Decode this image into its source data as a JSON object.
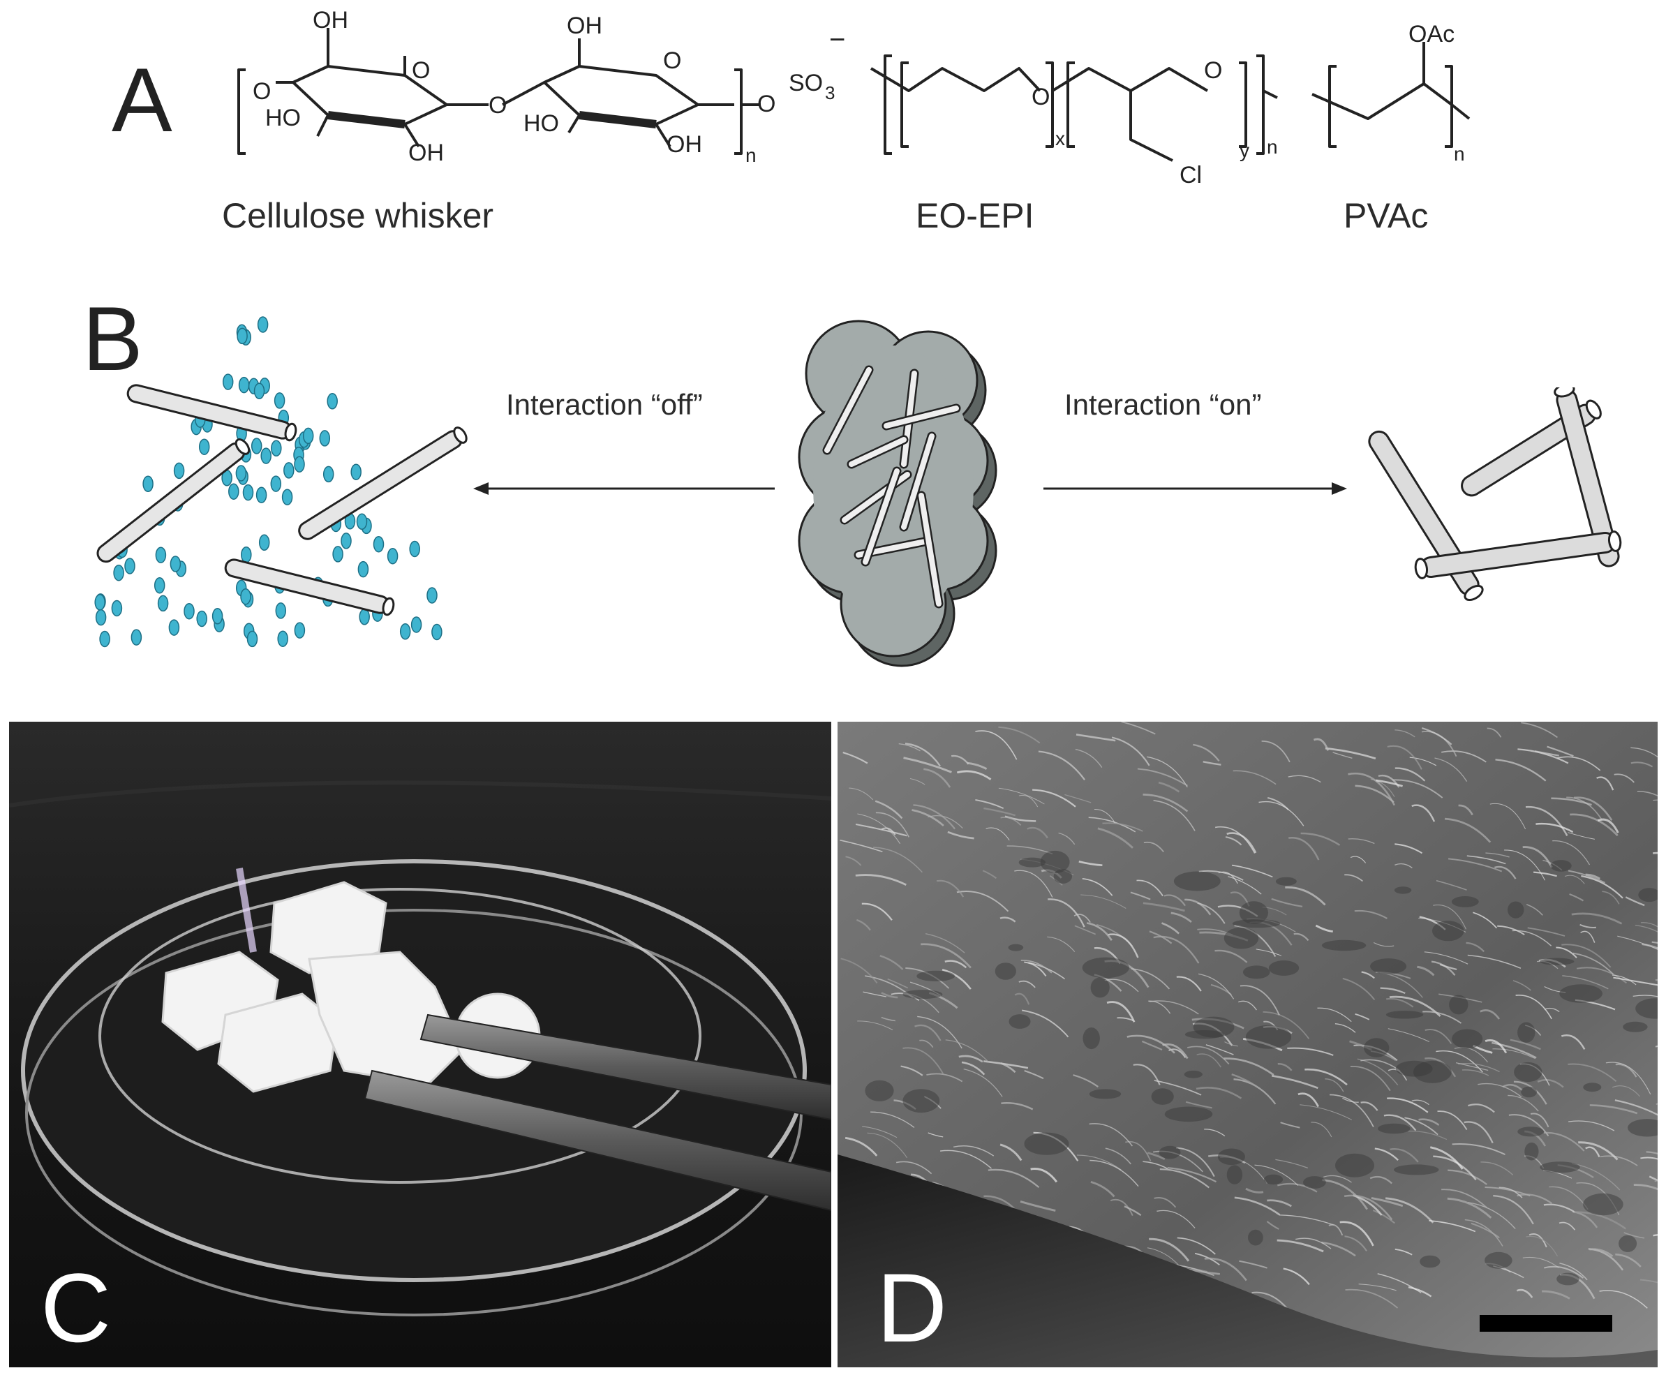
{
  "panels": {
    "a": {
      "letter": "A",
      "captions": {
        "cellulose": "Cellulose whisker",
        "eoepi": "EO-EPI",
        "pvac": "PVAc"
      },
      "atoms": {
        "oh": "OH",
        "ho": "HO",
        "o": "O",
        "so3": "SO",
        "so3_sub": "3",
        "minus": "−",
        "oac": "OAc",
        "cl": "Cl",
        "n": "n",
        "x": "x",
        "y": "y"
      }
    },
    "b": {
      "letter": "B",
      "label_off": "Interaction “off”",
      "label_on": "Interaction “on”"
    },
    "c": {
      "letter": "C"
    },
    "d": {
      "letter": "D"
    }
  },
  "colors": {
    "dots": "#3fb4cf",
    "dot_stroke": "#1d6f85",
    "rod_fill": "#e6e6e6",
    "cloud": "#a3abaa",
    "cloud_shadow": "#5e6563"
  }
}
